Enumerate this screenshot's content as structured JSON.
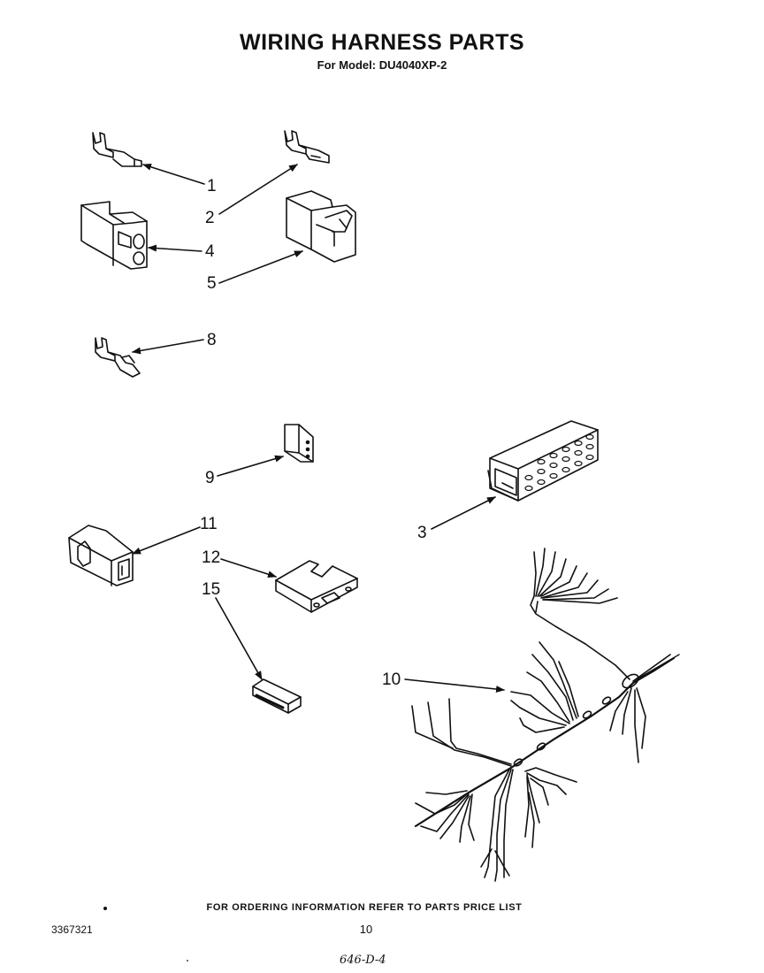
{
  "header": {
    "title": "WIRING HARNESS PARTS",
    "subtitle": "For Model: DU4040XP-2"
  },
  "callouts": {
    "p1": "1",
    "p2": "2",
    "p3": "3",
    "p4": "4",
    "p5": "5",
    "p8": "8",
    "p9": "9",
    "p10": "10",
    "p11": "11",
    "p12": "12",
    "p15": "15"
  },
  "footer": {
    "note": "FOR ORDERING INFORMATION REFER TO PARTS PRICE LIST",
    "doc_number": "3367321",
    "page_number": "10",
    "handwritten": "646-D-4"
  },
  "icons": {
    "terminal": "terminal-icon",
    "connector": "connector-icon",
    "harness": "wire-harness-icon"
  }
}
